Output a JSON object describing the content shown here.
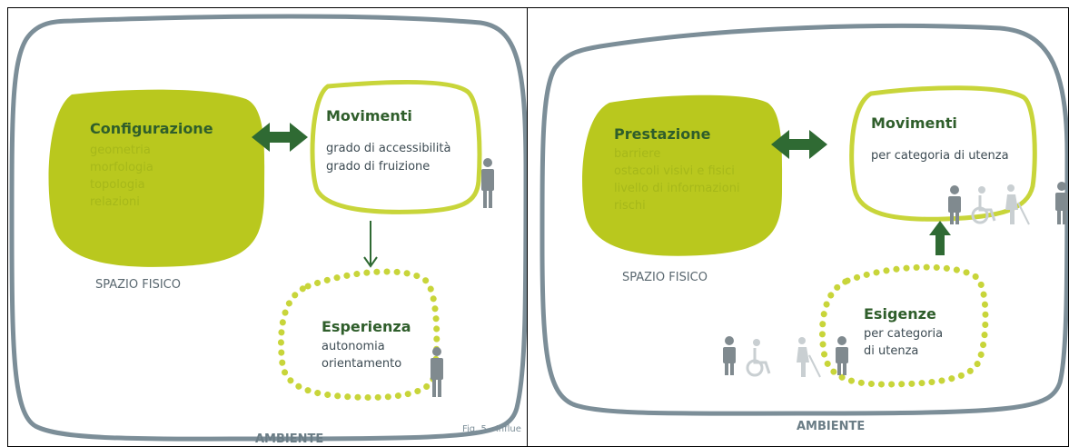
{
  "left": {
    "configurazione": {
      "title": "Configurazione",
      "items": [
        "geometria",
        "morfologia",
        "topologia",
        "relazioni"
      ]
    },
    "movimenti": {
      "title": "Movimenti",
      "items": [
        "grado di accessibilità",
        "grado di fruizione"
      ]
    },
    "esperienza": {
      "title": "Esperienza",
      "items": [
        "autonomia",
        "orientamento"
      ]
    },
    "spazio_label": "SPAZIO FISICO",
    "ambiente_label": "AMBIENTE",
    "caption": "Fig. 5 - Influe"
  },
  "right": {
    "prestazione": {
      "title": "Prestazione",
      "items": [
        "barriere",
        "ostacoli visivi e fisici",
        "livello di informazioni",
        "rischi"
      ]
    },
    "movimenti": {
      "title": "Movimenti",
      "items": [
        "per categoria di utenza"
      ]
    },
    "esigenze": {
      "title": "Esigenze",
      "items": [
        "per categoria",
        "di utenza"
      ]
    },
    "spazio_label": "SPAZIO FISICO",
    "ambiente_label": "AMBIENTE"
  },
  "colors": {
    "frame": "#7c8e98",
    "lime": "#b9c81e",
    "lime_outline": "#c8d53a",
    "arrow": "#2f6a33",
    "person": "#808a8f"
  }
}
